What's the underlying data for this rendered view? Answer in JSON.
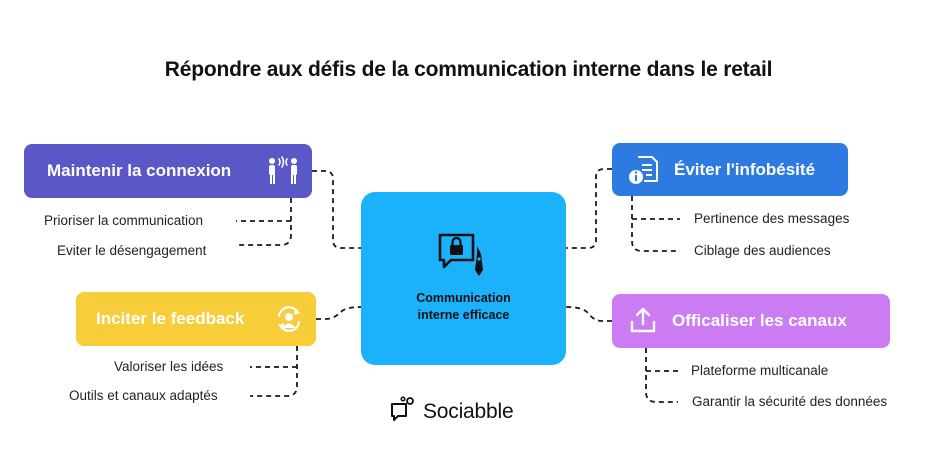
{
  "title": "Répondre aux défis de la communication interne dans le retail",
  "center": {
    "line1": "Communication",
    "line2": "interne efficace",
    "color": "#1cb2fb",
    "icon": "chat-lock-icon"
  },
  "branches": {
    "top_left": {
      "label": "Maintenir la connexion",
      "color": "#5a57c7",
      "icon": "people-talking-icon",
      "items": [
        "Prioriser la communication",
        "Eviter le désengagement"
      ]
    },
    "top_right": {
      "label": "Éviter l'infobésité",
      "color": "#2d7ae0",
      "icon": "document-info-icon",
      "items": [
        "Pertinence des messages",
        "Ciblage des audiences"
      ]
    },
    "bottom_left": {
      "label": "Inciter le feedback",
      "color": "#f7cd3a",
      "icon": "feedback-person-icon",
      "items": [
        "Valoriser les idées",
        "Outils et canaux adaptés"
      ]
    },
    "bottom_right": {
      "label": "Officaliser les canaux",
      "color": "#cc7cf2",
      "icon": "upload-tray-icon",
      "items": [
        "Plateforme multicanale",
        "Garantir la sécurité des données"
      ]
    }
  },
  "brand": {
    "name": "Sociabble",
    "icon": "sociabble-logo-icon"
  }
}
